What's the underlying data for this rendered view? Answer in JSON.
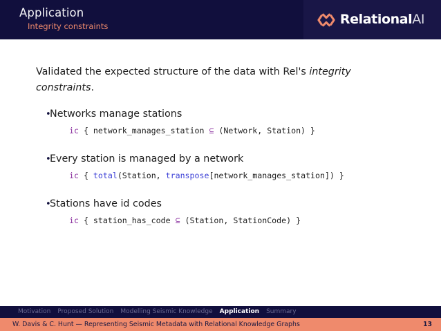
{
  "header": {
    "title": "Application",
    "subtitle": "Integrity constraints",
    "logo": {
      "icon_name": "relationalai-chevron-x-icon",
      "word_bold": "Relational",
      "word_light": "AI",
      "icon_color": "#ef8a6c",
      "background": "#110f3d"
    }
  },
  "main": {
    "intro_prefix": "Validated the expected structure of the data with Rel's ",
    "intro_emphasis": "integrity constraints",
    "intro_suffix": ".",
    "bullets": [
      {
        "bullet": "•",
        "text": "Networks manage stations",
        "code": {
          "keyword": "ic",
          "before_op": " { network_manages_station ",
          "operator": "⊆",
          "after_op": " (Network, Station) }"
        }
      },
      {
        "bullet": "•",
        "text": "Every station is managed by a network",
        "code": {
          "keyword": "ic",
          "seg1": " { ",
          "fn1": "total",
          "seg2": "(Station, ",
          "fn2": "transpose",
          "seg3": "[network_manages_station]) }"
        }
      },
      {
        "bullet": "•",
        "text": "Stations have id codes",
        "code": {
          "keyword": "ic",
          "before_op": " { station_has_code ",
          "operator": "⊆",
          "after_op": " (Station, StationCode) }"
        }
      }
    ]
  },
  "footer": {
    "nav_items": [
      {
        "label": "Motivation",
        "active": false
      },
      {
        "label": "Proposed Solution",
        "active": false
      },
      {
        "label": "Modelling Seismic Knowledge",
        "active": false
      },
      {
        "label": "Application",
        "active": true
      },
      {
        "label": "Summary",
        "active": false
      }
    ],
    "author_line": "W. Davis & C. Hunt — Representing Seismic Metadata with Relational Knowledge Graphs",
    "page_number": "13",
    "bar_color": "#ef8a6c",
    "nav_background": "#110f3d"
  }
}
